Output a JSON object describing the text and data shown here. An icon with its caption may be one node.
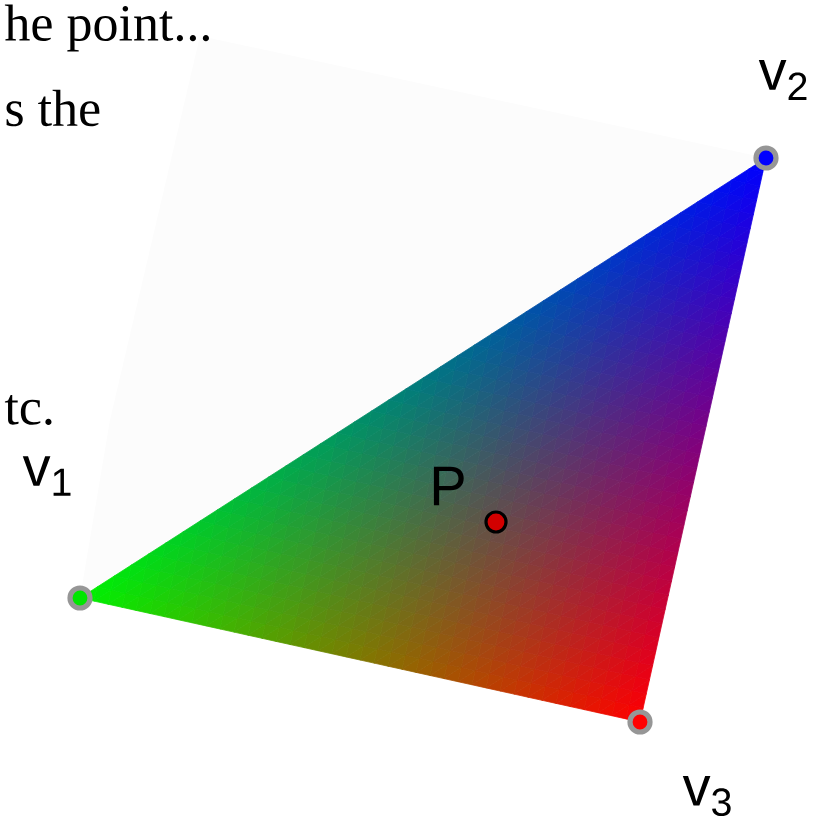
{
  "diagram": {
    "nodes": [
      {
        "text": [
          "v$_{1}$"
        ]
      },
      {
        "text": [
          "v$_{2}$"
        ]
      },
      {
        "text": [
          "v$_{3}$"
        ]
      },
      {
        "text": [
          "P"
        ]
      }
    ],
    "labels": [
      "he point...",
      "s the",
      "tc."
    ]
  }
}
